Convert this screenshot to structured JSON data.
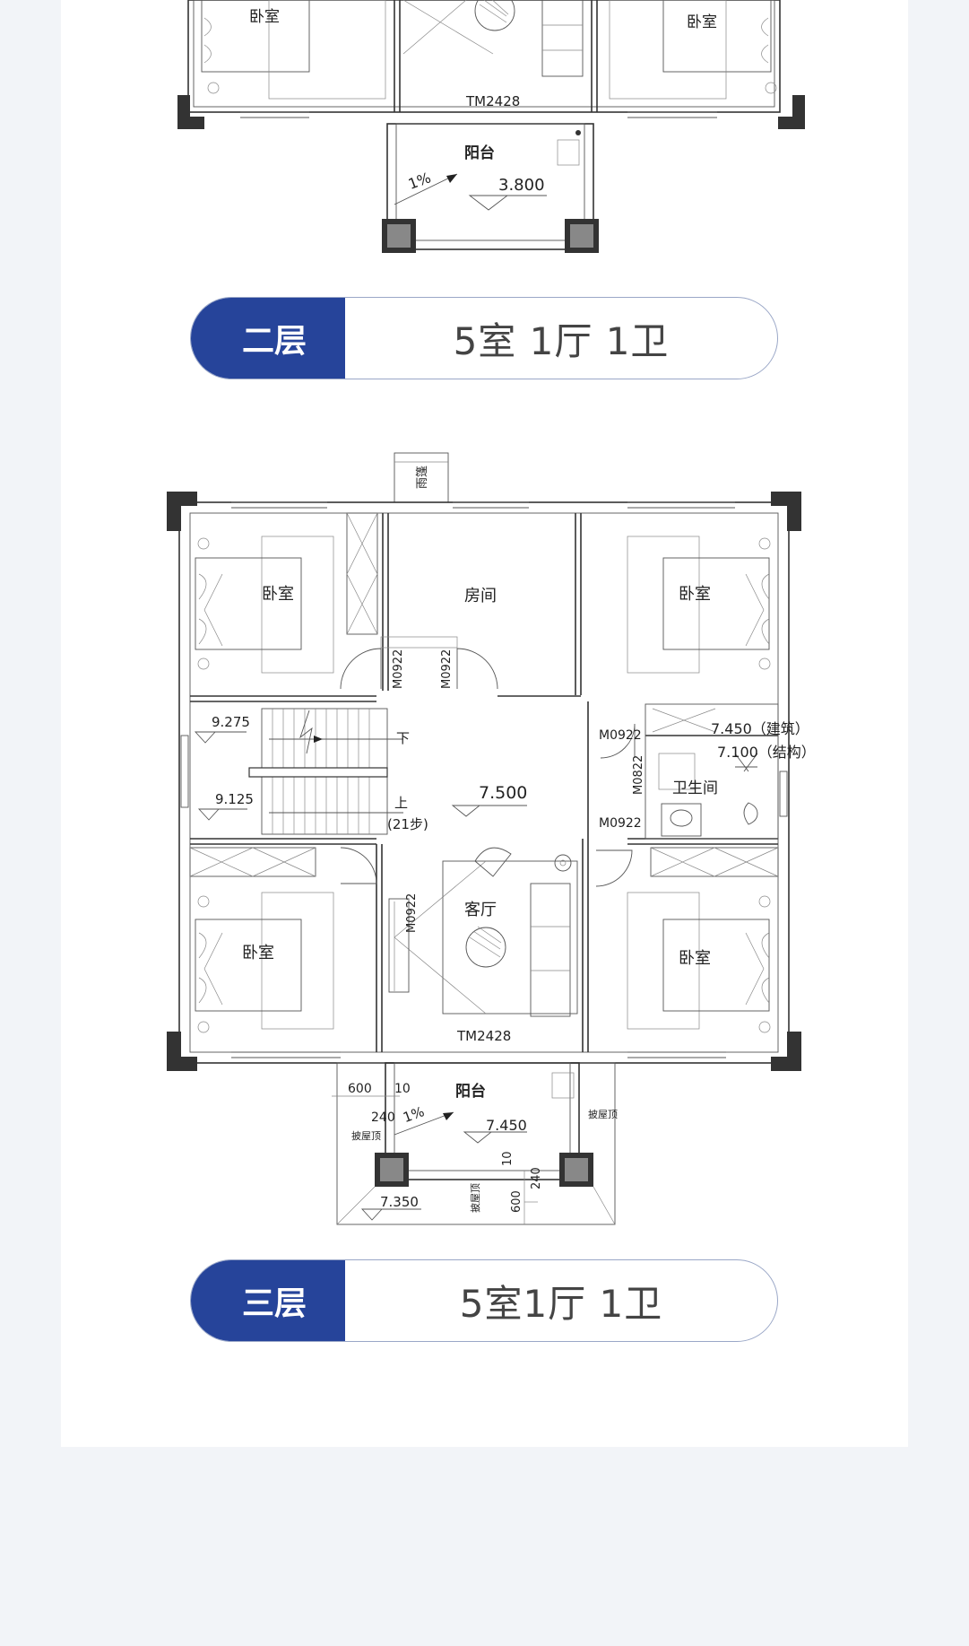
{
  "floor2": {
    "tag": "二层",
    "layout": "5室 1厅 1卫",
    "labels": {
      "bedroom_left": "卧室",
      "bedroom_right": "卧室",
      "door_code": "TM2428",
      "balcony": "阳台",
      "slope": "1%",
      "elevation": "3.800"
    }
  },
  "floor3": {
    "tag": "三层",
    "layout": "5室1厅 1卫",
    "labels": {
      "canopy": "雨篷",
      "bedroom_tl": "卧室",
      "room": "房间",
      "bedroom_tr": "卧室",
      "door_m0922_a": "M0922",
      "door_m0922_b": "M0922",
      "door_m0922_c": "M0922",
      "door_m0922_d": "M0922",
      "door_m0922_e": "M0922",
      "door_m0822": "M0822",
      "elev_9275": "9.275",
      "elev_9125": "9.125",
      "stair_down": "下",
      "stair_up": "上",
      "stair_steps": "(21步)",
      "elev_7500": "7.500",
      "elev_7450_arch": "7.450（建筑）",
      "elev_7100_struct": "7.100（结构）",
      "bathroom": "卫生间",
      "living": "客厅",
      "bedroom_bl": "卧室",
      "bedroom_br": "卧室",
      "door_code": "TM2428",
      "balcony": "阳台",
      "dim_600": "600",
      "dim_10": "10",
      "dim_240": "240",
      "slope": "1%",
      "elev_7450": "7.450",
      "roof_left": "披屋顶",
      "roof_right": "披屋顶",
      "dim_10b": "10",
      "dim_240b": "240",
      "elev_7350": "7.350",
      "roof_mid": "披屋顶",
      "dim_600b": "600"
    }
  }
}
